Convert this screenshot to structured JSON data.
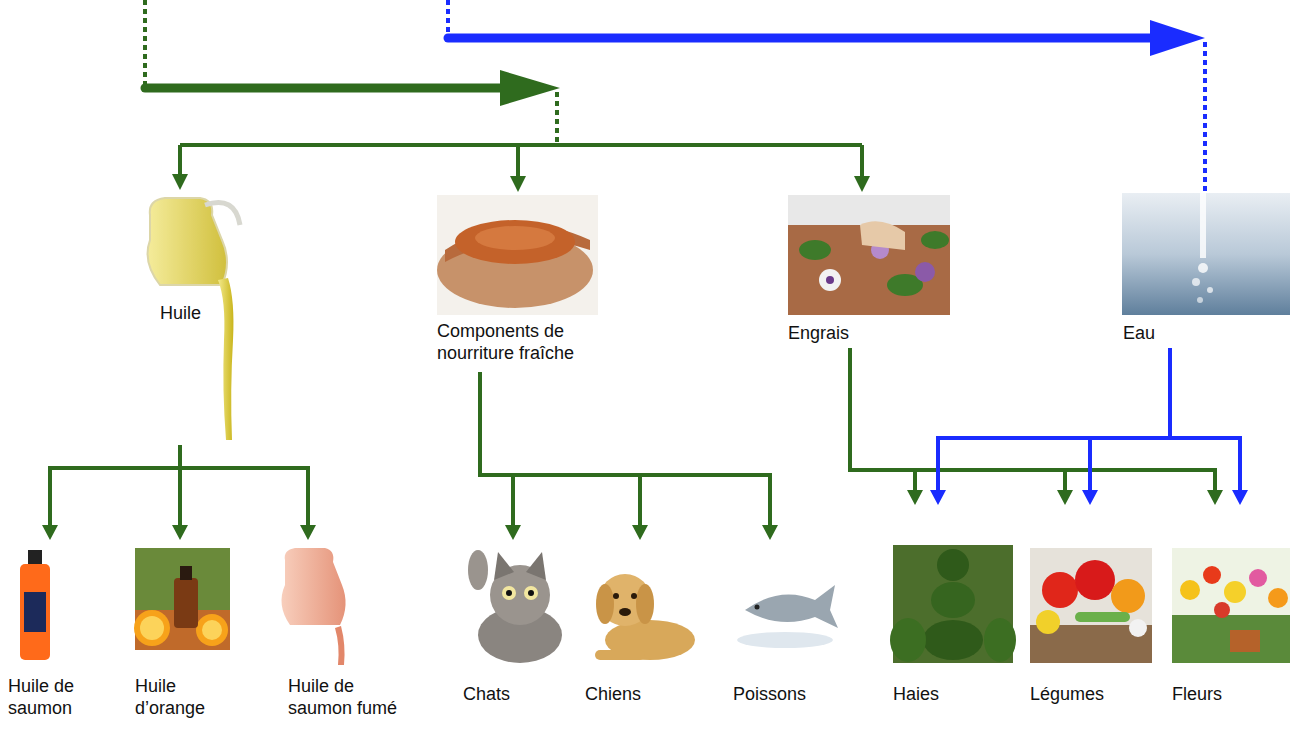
{
  "diagram": {
    "nodes": [
      {
        "text": [
          "Huile"
        ]
      },
      {
        "text": [
          "Components de nourriture fraîche"
        ]
      },
      {
        "text": [
          "Engrais"
        ]
      },
      {
        "text": [
          "Eau"
        ]
      },
      {
        "text": [
          "Huile de saumon"
        ]
      },
      {
        "text": [
          "Huile d’orange"
        ]
      },
      {
        "text": [
          "Huile de saumon fumé"
        ]
      },
      {
        "text": [
          "Chats"
        ]
      },
      {
        "text": [
          "Chiens"
        ]
      },
      {
        "text": [
          "Poissons"
        ]
      },
      {
        "text": [
          "Haies"
        ]
      },
      {
        "text": [
          "Légumes"
        ]
      },
      {
        "text": [
          "Fleurs"
        ]
      }
    ],
    "edges": [
      {
        "from": 0,
        "to": 4,
        "arrow": "to"
      },
      {
        "from": 0,
        "to": 5,
        "arrow": "to"
      },
      {
        "from": 0,
        "to": 6,
        "arrow": "to"
      },
      {
        "from": 1,
        "to": 7,
        "arrow": "to"
      },
      {
        "from": 1,
        "to": 8,
        "arrow": "to"
      },
      {
        "from": 1,
        "to": 9,
        "arrow": "to"
      },
      {
        "from": 2,
        "to": 10,
        "arrow": "to"
      },
      {
        "from": 2,
        "to": 11,
        "arrow": "to"
      },
      {
        "from": 2,
        "to": 12,
        "arrow": "to"
      },
      {
        "from": 3,
        "to": 10,
        "arrow": "to"
      },
      {
        "from": 3,
        "to": 11,
        "arrow": "to"
      },
      {
        "from": 3,
        "to": 12,
        "arrow": "to"
      }
    ]
  }
}
